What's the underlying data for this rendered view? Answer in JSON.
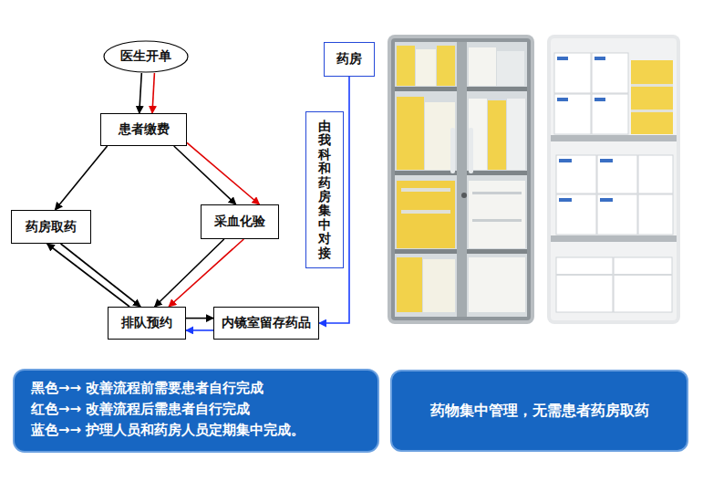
{
  "diagram": {
    "nodes": [
      {
        "text": [
          "医生开单"
        ]
      },
      {
        "text": [
          "患者缴费"
        ]
      },
      {
        "text": [
          "药房取药"
        ]
      },
      {
        "text": [
          "采血化验"
        ]
      },
      {
        "text": [
          "排队预约"
        ]
      },
      {
        "text": [
          "内镜室留存药品"
        ]
      },
      {
        "text": [
          "药房"
        ]
      },
      {
        "text": [
          "由我科和药房集中对接"
        ]
      },
      {
        "text": [
          "药物集中管理，无需患者药房取药"
        ]
      }
    ],
    "edges": [
      {
        "from": 0,
        "to": 1,
        "arrow": "to"
      },
      {
        "from": 0,
        "to": 1,
        "arrow": "to"
      },
      {
        "from": 1,
        "to": 2,
        "arrow": "to"
      },
      {
        "from": 1,
        "to": 3,
        "arrow": "to"
      },
      {
        "from": 1,
        "to": 3,
        "arrow": "to"
      },
      {
        "from": 2,
        "to": 4,
        "arrow": "to"
      },
      {
        "from": 4,
        "to": 2,
        "arrow": "to"
      },
      {
        "from": 3,
        "to": 4,
        "arrow": "to"
      },
      {
        "from": 3,
        "to": 4,
        "arrow": "to"
      },
      {
        "from": 4,
        "to": 5,
        "arrow": "to"
      },
      {
        "from": 5,
        "to": 4,
        "arrow": "to"
      },
      {
        "from": 6,
        "to": 5,
        "arrow": "to"
      }
    ],
    "legend": [
      {
        "text": "黑色→→ 改善流程前需要患者自行完成"
      },
      {
        "text": "红色→→ 改善流程后需患者自行完成"
      },
      {
        "text": "蓝色→→ 护理人员和药房人员定期集中完成。"
      }
    ]
  }
}
